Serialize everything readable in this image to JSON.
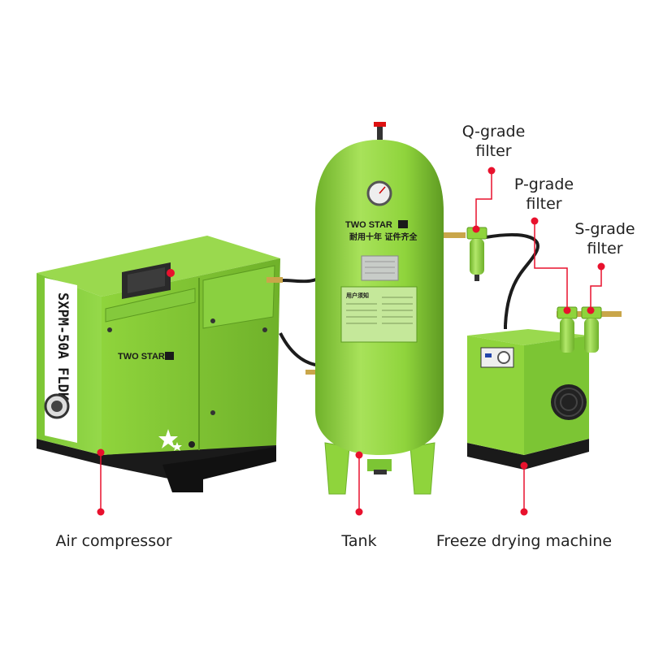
{
  "colors": {
    "body": "#8fd43c",
    "body_light": "#a8e25a",
    "body_dark": "#6fb12a",
    "base": "#1a1a1a",
    "marker": "#e8112d",
    "hose": "#1c1c1c"
  },
  "labels": {
    "air_compressor": "Air compressor",
    "tank": "Tank",
    "freeze_dryer": "Freeze drying machine",
    "q_filter": "Q-grade filter",
    "p_filter": "P-grade filter",
    "s_filter": "S-grade filter"
  },
  "compressor": {
    "model": "SXPM-50A FLDK",
    "brand": "TWO STAR"
  },
  "tank": {
    "brand": "TWO STAR",
    "slogan": "耐用十年 证件齐全",
    "notice_title": "用户须知"
  },
  "icons": [
    "pressure-gauge-icon",
    "star-icon",
    "fan-icon",
    "emergency-stop-icon"
  ]
}
